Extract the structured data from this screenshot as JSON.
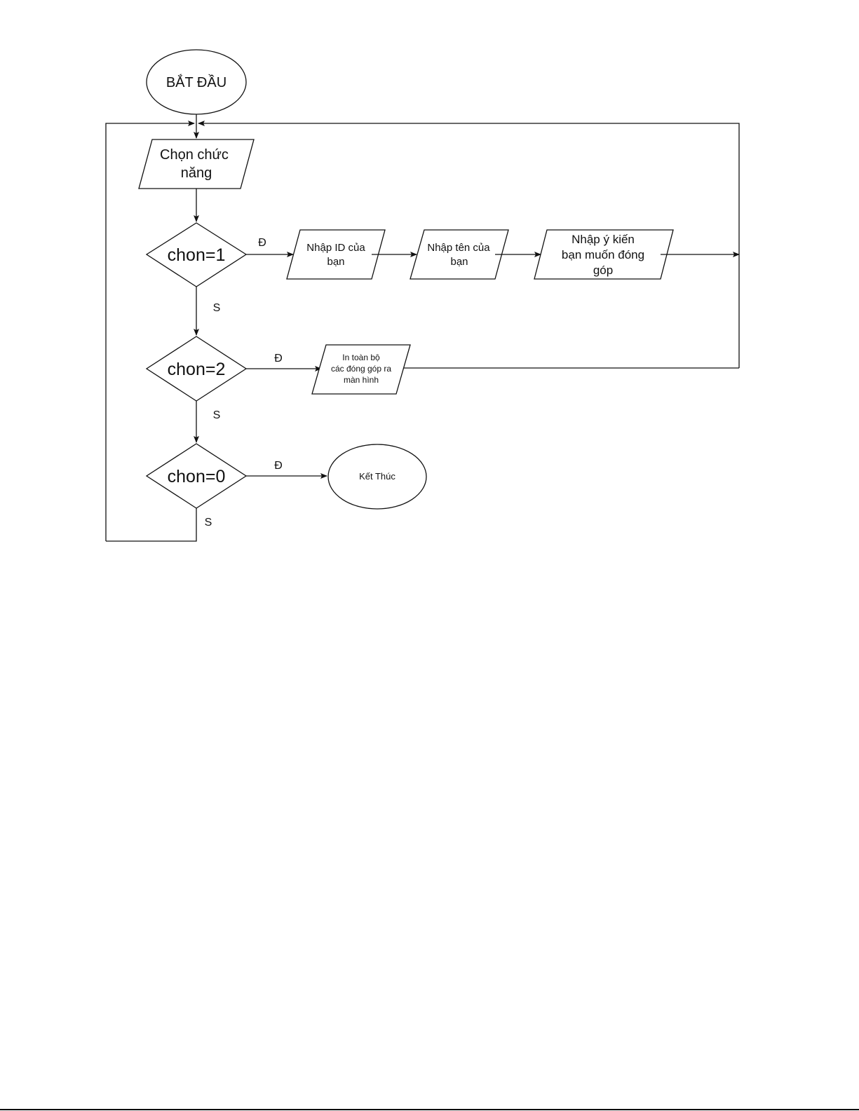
{
  "flowchart": {
    "start": "BẮT ĐẦU",
    "choose_function": [
      "Chọn chức",
      "năng"
    ],
    "decisions": [
      "chon=1",
      "chon=2",
      "chon=0"
    ],
    "yes_label": "Đ",
    "no_label": "S",
    "input_id": [
      "Nhập ID của",
      "bạn"
    ],
    "input_name": [
      "Nhập tên của",
      "bạn"
    ],
    "input_opinion": [
      "Nhập ý kiến",
      "bạn muốn đóng",
      "góp"
    ],
    "print_all": [
      "In toàn bộ",
      "các đóng góp ra",
      "màn hình"
    ],
    "end": "Kết Thúc"
  }
}
